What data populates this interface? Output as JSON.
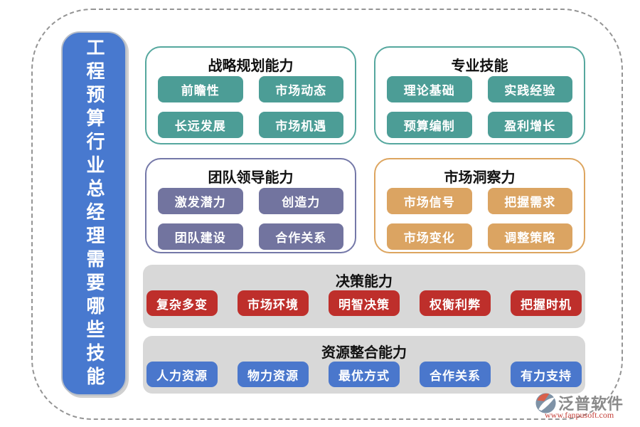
{
  "sidebar": {
    "title": "工程预算行业总经理需要哪些技能"
  },
  "colors": {
    "sidebar_blue": "#4879CF",
    "teal": "#4c9d96",
    "purple": "#72749f",
    "orange": "#dba462",
    "red": "#be2f2b",
    "blue": "#4a77cc",
    "panel_gray": "#d8d8d8"
  },
  "groups": [
    {
      "title": "战略规划能力",
      "theme": "teal",
      "items": [
        "前瞻性",
        "市场动态",
        "长远发展",
        "市场机遇"
      ]
    },
    {
      "title": "专业技能",
      "theme": "teal",
      "items": [
        "理论基础",
        "实践经验",
        "预算编制",
        "盈利增长"
      ]
    },
    {
      "title": "团队领导能力",
      "theme": "purple",
      "items": [
        "激发潜力",
        "创造力",
        "团队建设",
        "合作关系"
      ]
    },
    {
      "title": "市场洞察力",
      "theme": "orange",
      "items": [
        "市场信号",
        "把握需求",
        "市场变化",
        "调整策略"
      ]
    }
  ],
  "panels": [
    {
      "title": "决策能力",
      "theme": "red",
      "items": [
        "复杂多变",
        "市场环境",
        "明智决策",
        "权衡利弊",
        "把握时机"
      ]
    },
    {
      "title": "资源整合能力",
      "theme": "blue",
      "items": [
        "人力资源",
        "物力资源",
        "最优方式",
        "合作关系",
        "有力支持"
      ]
    }
  ],
  "footer": {
    "brand": "泛普软件",
    "website": "www.fanpusoft.com"
  }
}
